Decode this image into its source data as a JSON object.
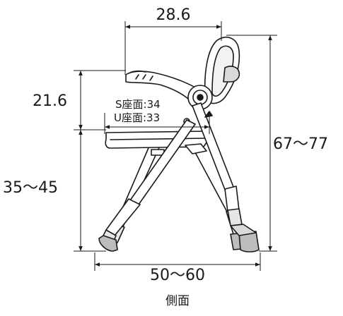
{
  "figure": {
    "caption": "側面",
    "dimensions": {
      "top_width": "28.6",
      "armrest_height": "21.6",
      "seat_depth_s": "S座面:34",
      "seat_depth_u": "U座面:33",
      "seat_height": "35〜45",
      "total_height": "67〜77",
      "base_width": "50〜60"
    }
  }
}
